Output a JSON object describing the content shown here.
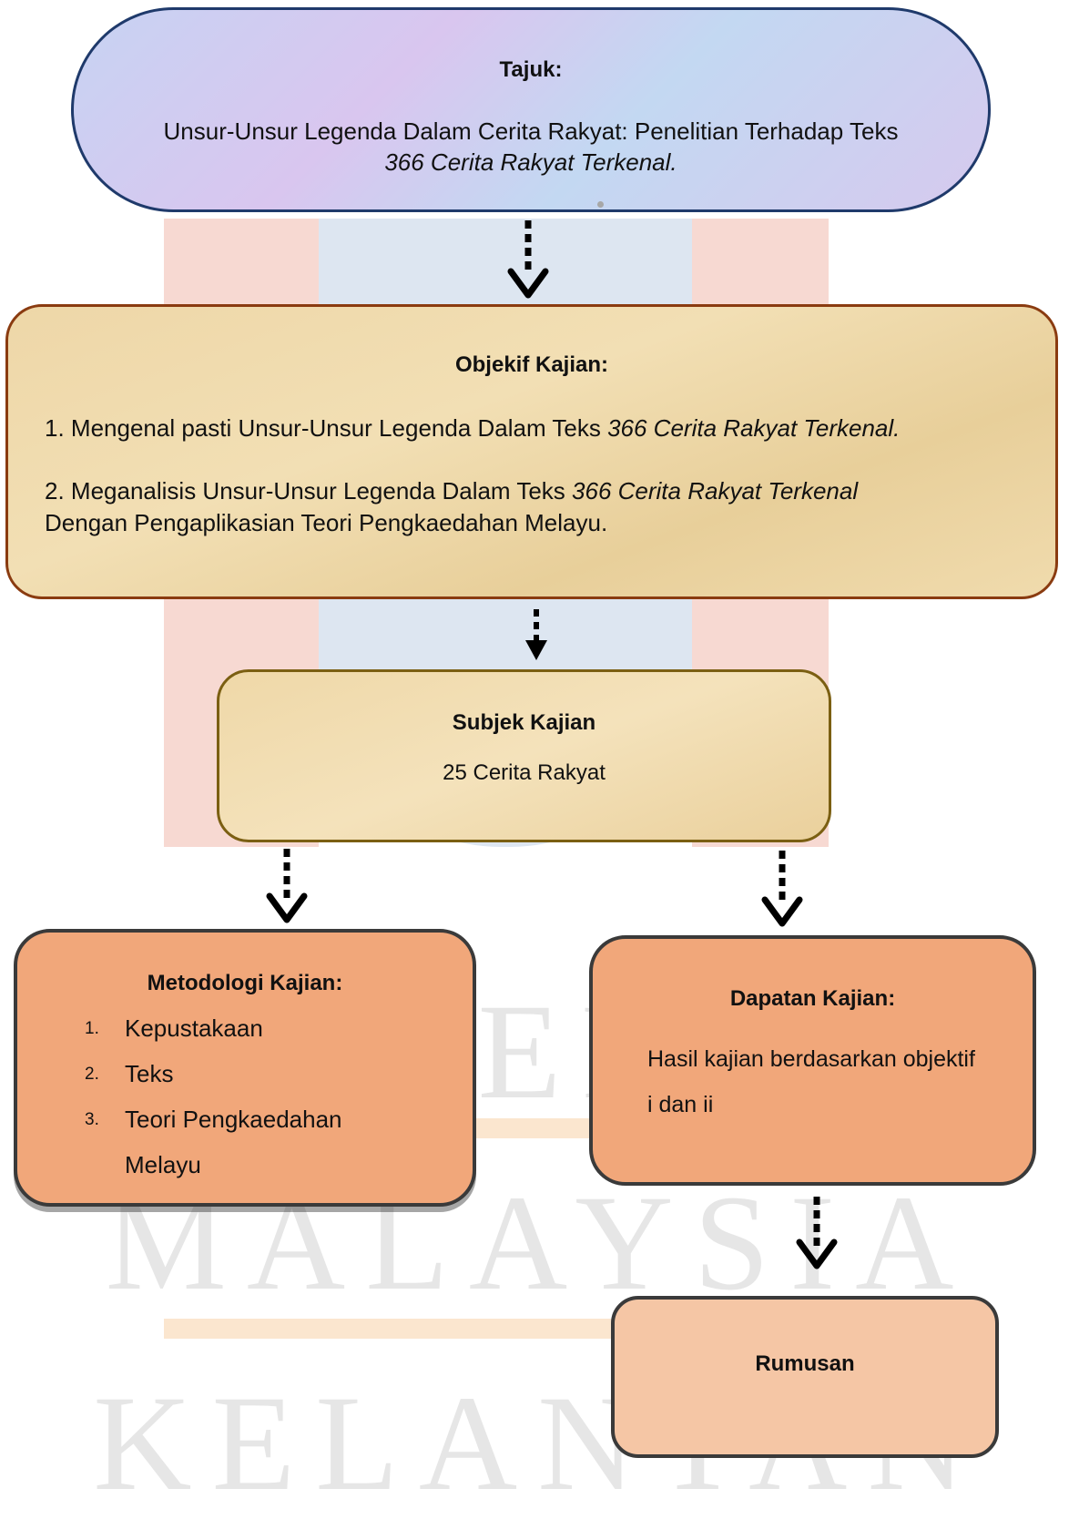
{
  "watermark": {
    "line1": "UNIVERSITI",
    "line2": "MALAYSIA",
    "line3": "KELANTAN"
  },
  "nodes": {
    "title": {
      "heading": "Tajuk:",
      "line1": "Unsur-Unsur Legenda Dalam Cerita Rakyat: Penelitian Terhadap Teks",
      "line2": "366 Cerita Rakyat Terkenal."
    },
    "objectives": {
      "heading": "Objekif Kajian:",
      "item1_text": "1. Mengenal pasti Unsur-Unsur Legenda Dalam Teks ",
      "item1_italic": "366 Cerita Rakyat Terkenal.",
      "item2_text": "2. Meganalisis Unsur-Unsur Legenda Dalam Teks ",
      "item2_italic": "366 Cerita Rakyat Terkenal",
      "item2_line2": "Dengan Pengaplikasian Teori Pengkaedahan Melayu."
    },
    "subject": {
      "heading": "Subjek Kajian",
      "value": "25 Cerita Rakyat"
    },
    "methodology": {
      "heading": "Metodologi Kajian:",
      "items": [
        {
          "num": "1.",
          "label": "Kepustakaan"
        },
        {
          "num": "2.",
          "label": "Teks"
        },
        {
          "num": "3.",
          "label": "Teori Pengkaedahan"
        }
      ],
      "item3_cont": "Melayu"
    },
    "findings": {
      "heading": "Dapatan Kajian:",
      "line1": "Hasil kajian berdasarkan objektif",
      "line2": "i dan ii"
    },
    "conclusion": {
      "heading": "Rumusan"
    }
  },
  "colors": {
    "title_border": "#1f3a6b",
    "objectives_border": "#8a3b10",
    "subject_border": "#7b5f12",
    "orange_fill": "#f1a77a",
    "conclusion_fill": "#f5c6a5",
    "arrow": "#000000"
  }
}
